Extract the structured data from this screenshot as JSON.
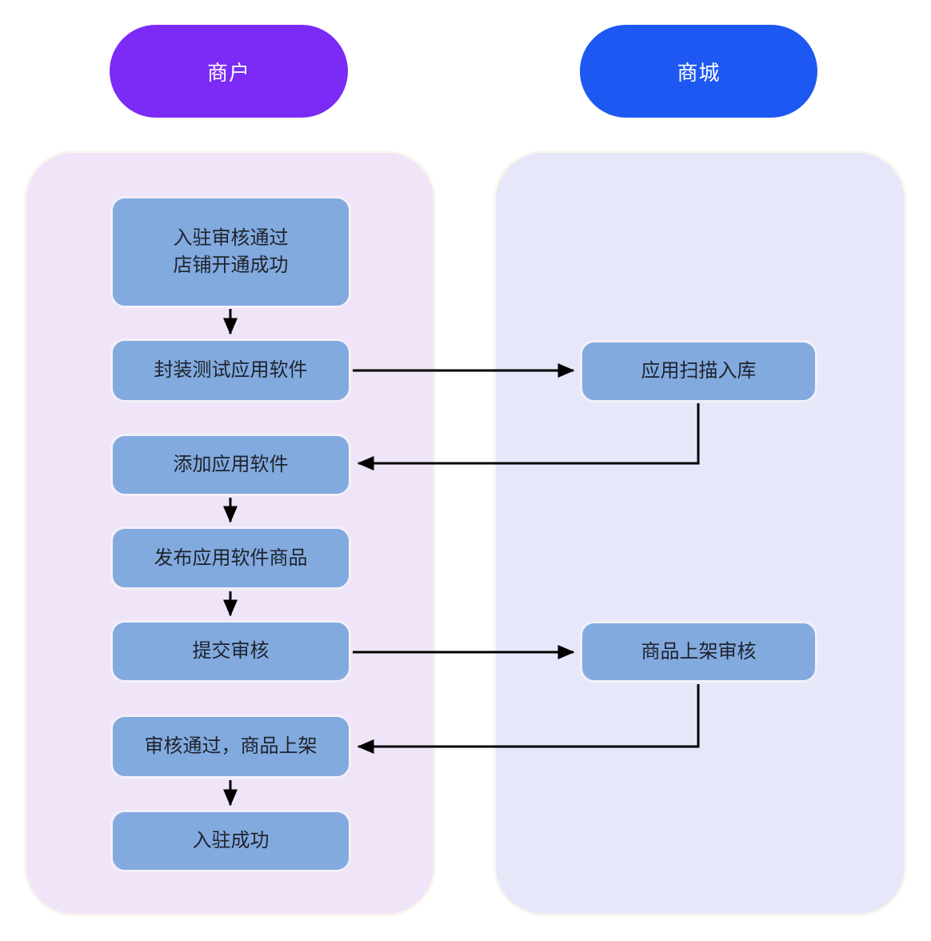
{
  "diagram_type": "swimlane-flowchart",
  "merchant": {
    "header": "商户",
    "steps": [
      {
        "label": "入驻审核通过\n店铺开通成功"
      },
      {
        "label": "封装测试应用软件"
      },
      {
        "label": "添加应用软件"
      },
      {
        "label": "发布应用软件商品"
      },
      {
        "label": "提交审核"
      },
      {
        "label": "审核通过，商品上架"
      },
      {
        "label": "入驻成功"
      }
    ]
  },
  "mall": {
    "header": "商城",
    "steps": [
      {
        "label": "应用扫描入库"
      },
      {
        "label": "商品上架审核"
      }
    ]
  },
  "edges": [
    {
      "from": "入驻审核通过 店铺开通成功",
      "to": "封装测试应用软件"
    },
    {
      "from": "封装测试应用软件",
      "to": "应用扫描入库"
    },
    {
      "from": "应用扫描入库",
      "to": "添加应用软件"
    },
    {
      "from": "添加应用软件",
      "to": "发布应用软件商品"
    },
    {
      "from": "发布应用软件商品",
      "to": "提交审核"
    },
    {
      "from": "提交审核",
      "to": "商品上架审核"
    },
    {
      "from": "商品上架审核",
      "to": "审核通过，商品上架"
    },
    {
      "from": "审核通过，商品上架",
      "to": "入驻成功"
    }
  ],
  "colors": {
    "merchant_header_bg": "#7b2bf5",
    "mall_header_bg": "#1d58f2",
    "header_text": "#ffffff",
    "merchant_lane_bg": "#efe4f8",
    "mall_lane_bg": "#e6e8f9",
    "lane_border": "#faf6ee",
    "node_bg": "#82aadf",
    "node_border": "#f3f0f8",
    "node_text": "#1f232b",
    "arrow": "#000000",
    "page_bg": "#ffffff"
  }
}
